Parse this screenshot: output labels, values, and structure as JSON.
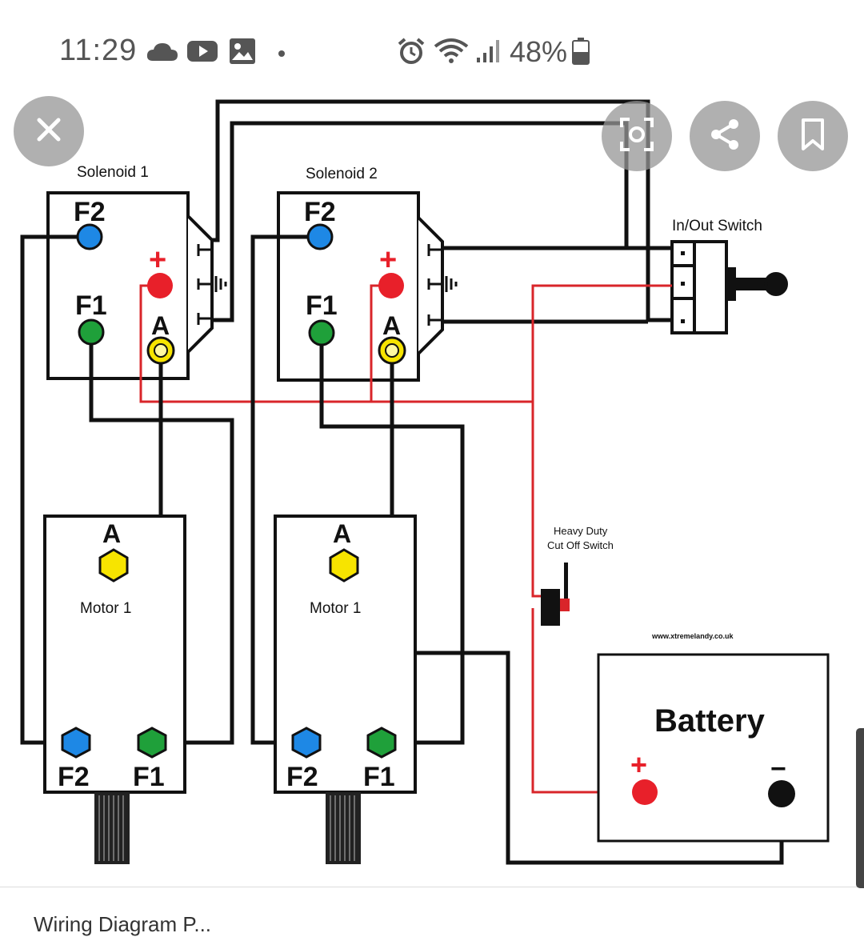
{
  "status_bar": {
    "time": "11:29",
    "battery_percent": "48%",
    "icons": [
      "cloud-icon",
      "youtube-icon",
      "image-icon",
      "dot-icon",
      "alarm-icon",
      "wifi-icon",
      "signal-icon",
      "battery-icon"
    ]
  },
  "overlay": {
    "close_icon": "close-icon",
    "lens_icon": "lens-icon",
    "share_icon": "share-icon",
    "bookmark_icon": "bookmark-icon"
  },
  "diagram": {
    "solenoid1_label": "Solenoid 1",
    "solenoid2_label": "Solenoid 2",
    "switch_label": "In/Out Switch",
    "f2": "F2",
    "f1": "F1",
    "a": "A",
    "plus": "+",
    "minus": "−",
    "motor1_label": "Motor 1",
    "motor2_label": "Motor 1",
    "cutoff_label_1": "Heavy Duty",
    "cutoff_label_2": "Cut Off Switch",
    "website": "www.xtremelandy.co.uk",
    "battery_label": "Battery"
  },
  "caption": "Wiring Diagram P...",
  "colors": {
    "f2_terminal": "#1e88e5",
    "f1_terminal": "#1fa03a",
    "positive": "#e8202a",
    "a_terminal": "#f7e400",
    "red_wire": "#d9252a",
    "black_wire": "#111111"
  }
}
